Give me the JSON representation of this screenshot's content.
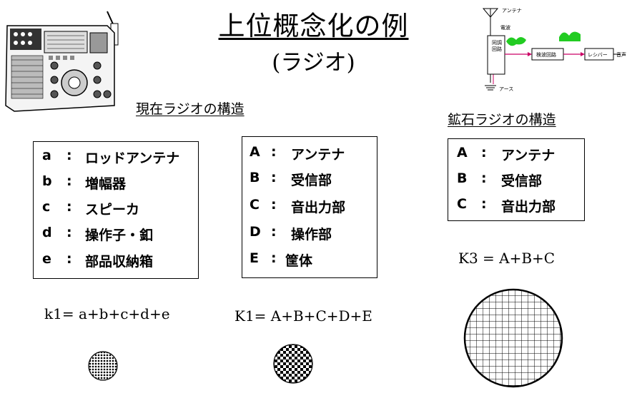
{
  "title": {
    "main": "上位概念化の例",
    "sub": "(ラジオ)"
  },
  "sections": {
    "current": "現在ラジオの構造",
    "crystal": "鉱石ラジオの構造"
  },
  "box_current": [
    {
      "key": "a",
      "sep": ":",
      "label": "ロッドアンテナ"
    },
    {
      "key": "b",
      "sep": ":",
      "label": "増幅器"
    },
    {
      "key": "c",
      "sep": ":",
      "label": "スピーカ"
    },
    {
      "key": "d",
      "sep": ":",
      "label": "操作子・釦"
    },
    {
      "key": "e",
      "sep": ":",
      "label": "部品収納箱"
    }
  ],
  "box_generic": [
    {
      "key": "A",
      "sep": ":",
      "label": "アンテナ"
    },
    {
      "key": "B",
      "sep": ":",
      "label": "受信部"
    },
    {
      "key": "C",
      "sep": ":",
      "label": "音出力部"
    },
    {
      "key": "D",
      "sep": ":",
      "label": "操作部"
    },
    {
      "key": "E",
      "sep": ":",
      "label": "筐体"
    }
  ],
  "box_crystal": [
    {
      "key": "A",
      "sep": ":",
      "label": "アンテナ"
    },
    {
      "key": "B",
      "sep": ":",
      "label": "受信部"
    },
    {
      "key": "C",
      "sep": ":",
      "label": "音出力部"
    }
  ],
  "formulas": {
    "k1": "k1= a+b+c+d+e",
    "K1": "K1= A+B+C+D+E",
    "K3": "K3 =  A+B+C"
  },
  "circuit": {
    "antenna": "アンテナ",
    "wave": "電波",
    "tuning": "同調回路",
    "detect": "検波回路",
    "receiver": "レシバー",
    "sound": "音声",
    "earth": "アース"
  }
}
